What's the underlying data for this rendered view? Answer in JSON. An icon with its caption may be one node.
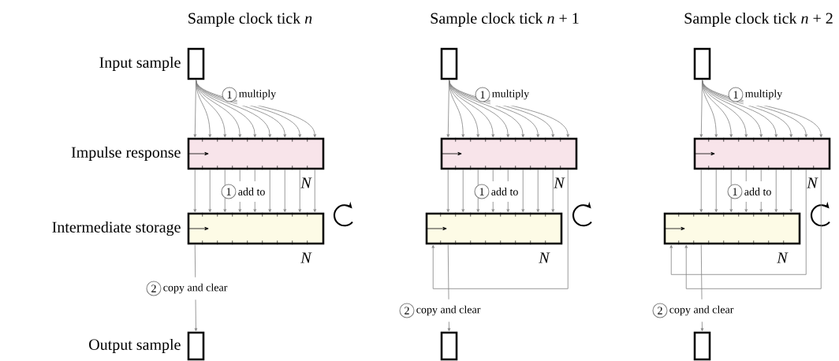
{
  "diagram": {
    "nodes": [
      {
        "text": [
          "Input sample"
        ]
      },
      {
        "text": [
          "Impulse response"
        ]
      },
      {
        "text": [
          "Intermediate storage"
        ]
      },
      {
        "text": [
          "Output sample"
        ]
      },
      {
        "text": [],
        "shape": "box"
      },
      {
        "text": [],
        "shape": "box"
      },
      {
        "text": [],
        "shape": "box"
      },
      {
        "text": [],
        "shape": "box"
      },
      {
        "text": [],
        "shape": "box"
      },
      {
        "text": [],
        "shape": "box"
      },
      {
        "text": [],
        "shape": "box"
      },
      {
        "text": [],
        "shape": "box"
      }
    ],
    "edges": [
      {
        "from": 0,
        "to": 1,
        "arrow": "to"
      },
      {
        "from": 0,
        "to": 1,
        "arrow": "to"
      },
      {
        "from": 0,
        "to": 1,
        "arrow": "to"
      },
      {
        "from": 0,
        "to": 1,
        "arrow": "to"
      },
      {
        "from": 0,
        "to": 1,
        "arrow": "to"
      },
      {
        "from": 0,
        "to": 1,
        "arrow": "to"
      },
      {
        "from": 0,
        "to": 1,
        "arrow": "to"
      },
      {
        "from": 0,
        "to": 1,
        "arrow": "to"
      },
      {
        "from": 0,
        "to": 1,
        "arrow": "to"
      },
      {
        "from": 1,
        "to": 2,
        "arrow": "to"
      },
      {
        "from": 1,
        "to": 2,
        "arrow": "to"
      },
      {
        "from": 1,
        "to": 2,
        "arrow": "to"
      },
      {
        "from": 1,
        "to": 2,
        "arrow": "to"
      },
      {
        "from": 1,
        "to": 2,
        "arrow": "to"
      },
      {
        "from": 1,
        "to": 2,
        "arrow": "to"
      },
      {
        "from": 1,
        "to": 2,
        "arrow": "to"
      },
      {
        "from": 1,
        "to": 2,
        "arrow": "to"
      },
      {
        "from": 1,
        "to": 2,
        "arrow": "to"
      },
      {
        "from": 2,
        "to": 3,
        "arrow": "to"
      },
      {
        "from": 4,
        "to": 5,
        "arrow": "to"
      },
      {
        "from": 4,
        "to": 5,
        "arrow": "to"
      },
      {
        "from": 4,
        "to": 5,
        "arrow": "to"
      },
      {
        "from": 4,
        "to": 5,
        "arrow": "to"
      },
      {
        "from": 4,
        "to": 5,
        "arrow": "to"
      },
      {
        "from": 4,
        "to": 5,
        "arrow": "to"
      },
      {
        "from": 4,
        "to": 5,
        "arrow": "to"
      },
      {
        "from": 4,
        "to": 5,
        "arrow": "to"
      },
      {
        "from": 4,
        "to": 5,
        "arrow": "to"
      },
      {
        "from": 5,
        "to": 6,
        "arrow": "to"
      },
      {
        "from": 5,
        "to": 6,
        "arrow": "to"
      },
      {
        "from": 5,
        "to": 6,
        "arrow": "to"
      },
      {
        "from": 5,
        "to": 6,
        "arrow": "to"
      },
      {
        "from": 5,
        "to": 6,
        "arrow": "to"
      },
      {
        "from": 5,
        "to": 6,
        "arrow": "to"
      },
      {
        "from": 5,
        "to": 6,
        "arrow": "to"
      },
      {
        "from": 5,
        "to": 6,
        "arrow": "to"
      },
      {
        "from": 5,
        "to": 6,
        "arrow": "to"
      },
      {
        "from": 6,
        "to": 7,
        "arrow": "to"
      },
      {
        "from": 8,
        "to": 9,
        "arrow": "to"
      },
      {
        "from": 8,
        "to": 9,
        "arrow": "to"
      },
      {
        "from": 8,
        "to": 9,
        "arrow": "to"
      },
      {
        "from": 8,
        "to": 9,
        "arrow": "to"
      },
      {
        "from": 8,
        "to": 9,
        "arrow": "to"
      },
      {
        "from": 8,
        "to": 9,
        "arrow": "to"
      },
      {
        "from": 8,
        "to": 9,
        "arrow": "to"
      },
      {
        "from": 8,
        "to": 9,
        "arrow": "to"
      },
      {
        "from": 8,
        "to": 9,
        "arrow": "to"
      },
      {
        "from": 9,
        "to": 10,
        "arrow": "to"
      },
      {
        "from": 9,
        "to": 10,
        "arrow": "to"
      },
      {
        "from": 9,
        "to": 10,
        "arrow": "to"
      },
      {
        "from": 9,
        "to": 10,
        "arrow": "to"
      },
      {
        "from": 9,
        "to": 10,
        "arrow": "to"
      },
      {
        "from": 9,
        "to": 10,
        "arrow": "to"
      },
      {
        "from": 9,
        "to": 10,
        "arrow": "to"
      },
      {
        "from": 9,
        "to": 10,
        "arrow": "to"
      },
      {
        "from": 9,
        "to": 10,
        "arrow": "to"
      },
      {
        "from": 10,
        "to": 11,
        "arrow": "to"
      }
    ],
    "labels": [
      "Sample clock tick *n*",
      "Sample clock tick *n* + 1",
      "Sample clock tick *n* + 2",
      "1",
      "multiply",
      "1",
      "add to",
      "N",
      "N",
      "2",
      "copy and clear",
      "1",
      "multiply",
      "1",
      "add to",
      "N",
      "N",
      "2",
      "copy and clear",
      "1",
      "multiply",
      "1",
      "add to",
      "N",
      "N",
      "2",
      "copy and clear"
    ]
  }
}
